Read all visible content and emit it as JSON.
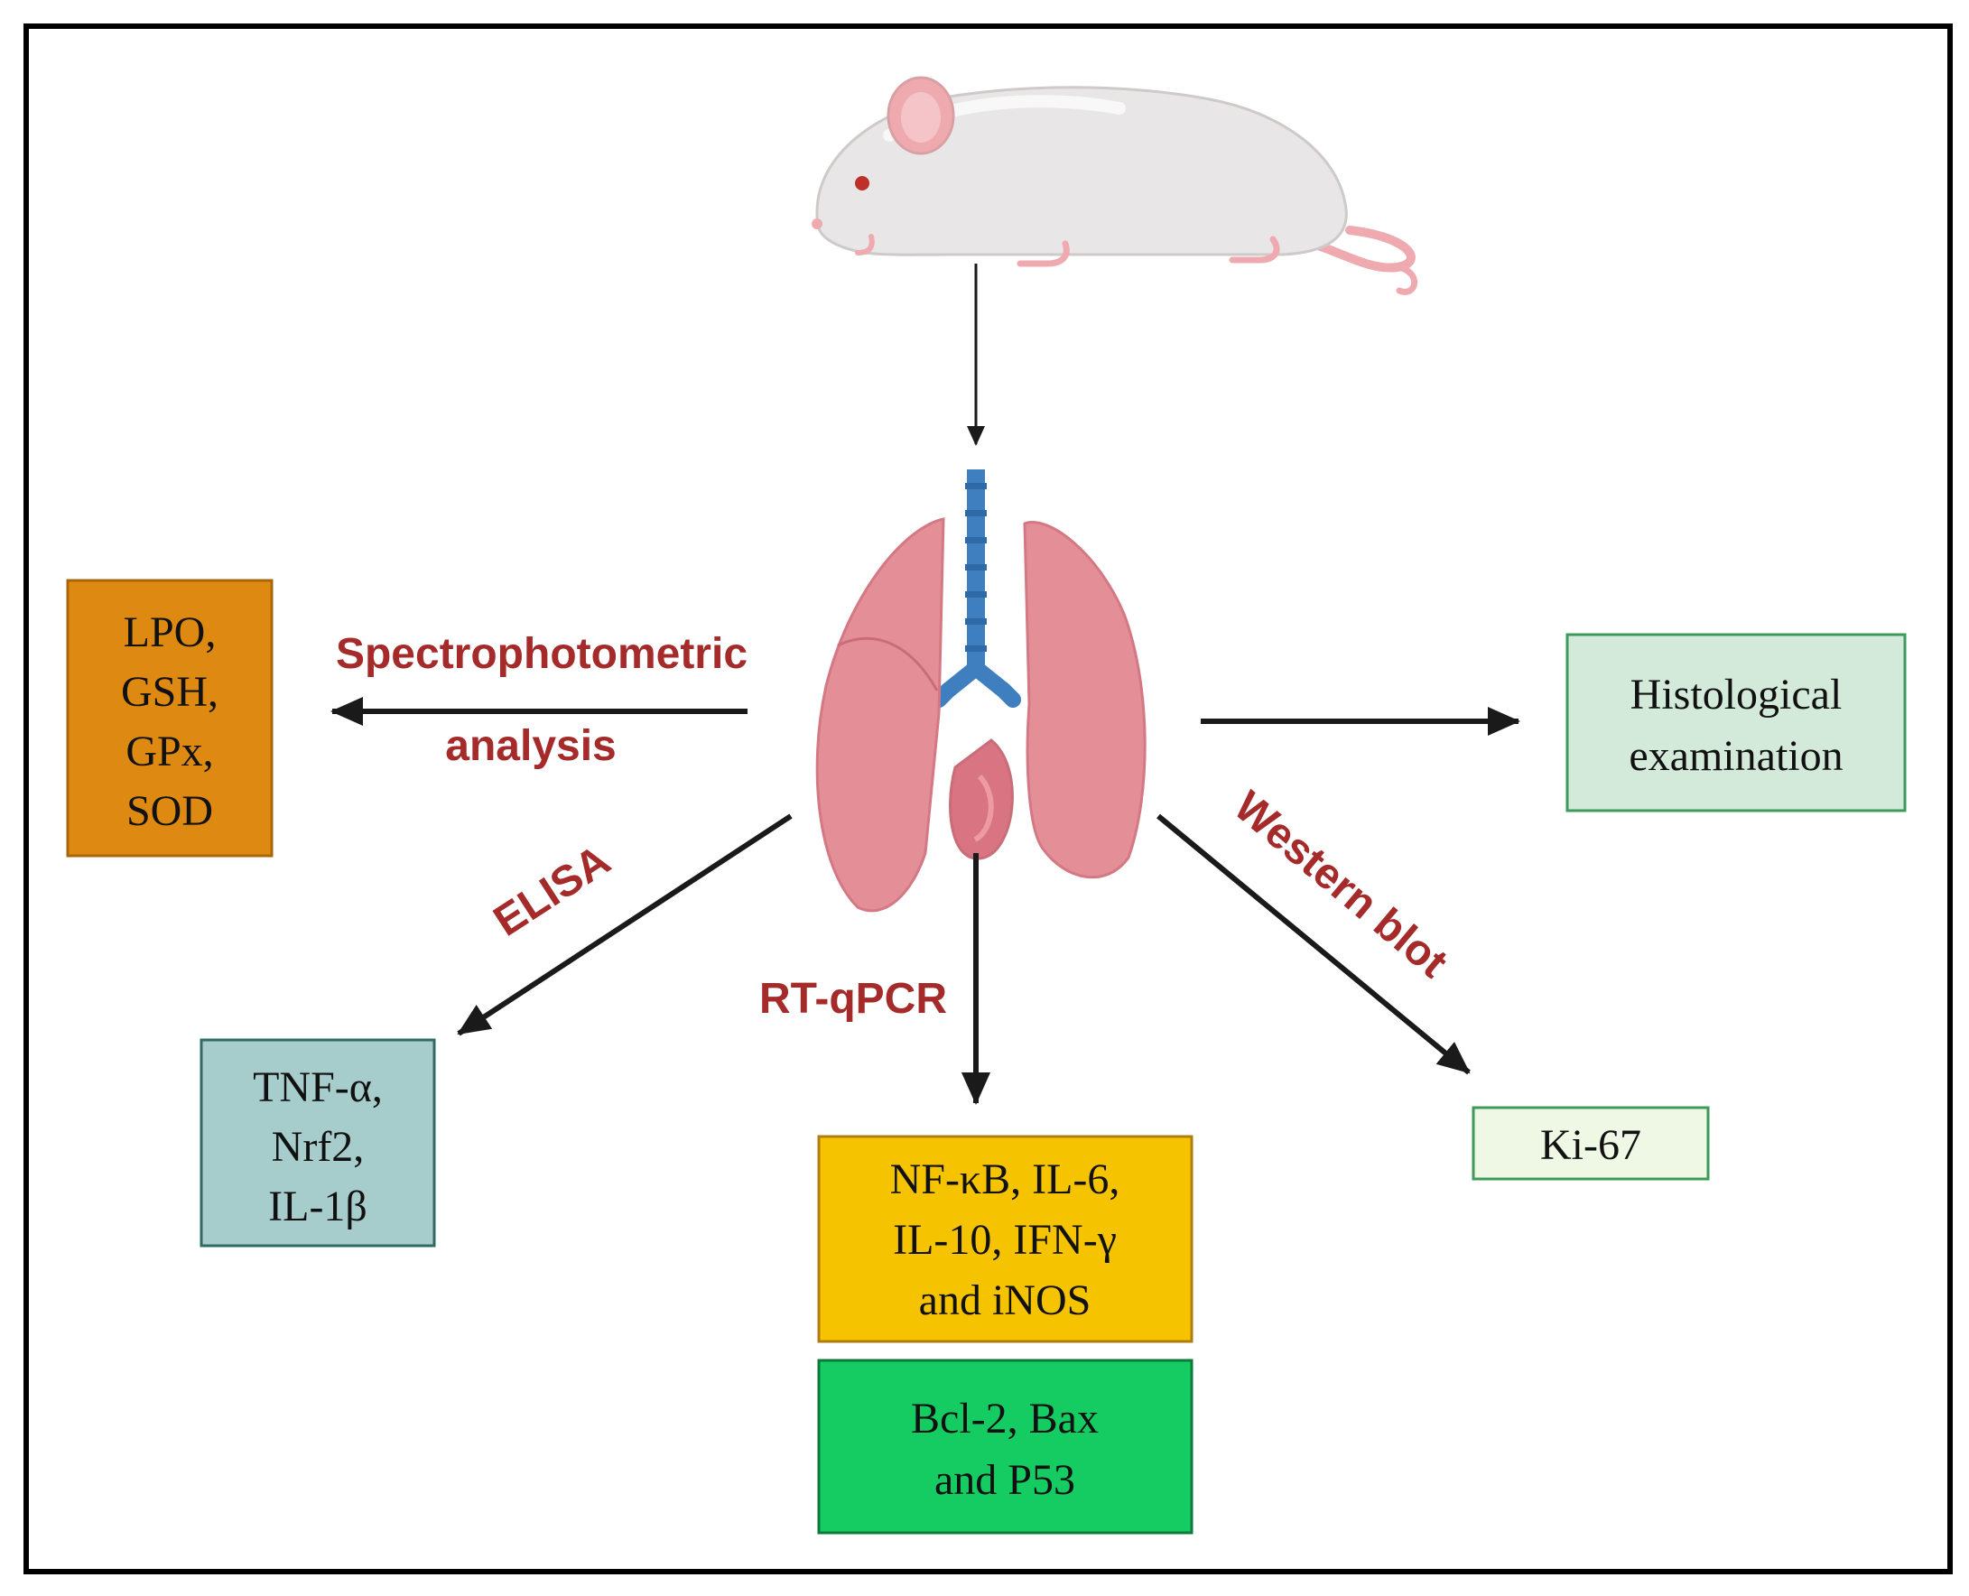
{
  "colors": {
    "border": "#000000",
    "arrow": "#1a1a1a",
    "method_text": "#a52a2a",
    "lung": "#e48f97",
    "lung_dark": "#c96d79",
    "trachea": "#3f7fbf",
    "rat_body": "#e8e6e6",
    "rat_pink": "#efaab0"
  },
  "nodes": {
    "oxidative": {
      "lines": [
        "LPO,",
        "GSH,",
        "GPx,",
        "SOD"
      ],
      "fill": "#de8a12",
      "stroke": "#a9650a"
    },
    "elisa_markers": {
      "lines": [
        "TNF-α,",
        "Nrf2,",
        "IL-1β"
      ],
      "fill": "#a7cccc",
      "stroke": "#2f6b63"
    },
    "inflammatory": {
      "lines": [
        "NF-κB, IL-6,",
        "IL-10, IFN-γ",
        "and iNOS"
      ],
      "fill": "#f5c300",
      "stroke": "#b07c10"
    },
    "apoptosis": {
      "lines": [
        "Bcl-2, Bax",
        "and P53"
      ],
      "fill": "#14cc62",
      "stroke": "#0b7a3a"
    },
    "histology": {
      "lines": [
        "Histological",
        "examination"
      ],
      "fill": "#d3eadb",
      "stroke": "#3d9a58"
    },
    "ki67": {
      "lines": [
        "Ki-67"
      ],
      "fill": "#eef8e4",
      "stroke": "#3d9a58"
    }
  },
  "methods": {
    "spectro": [
      "Spectrophotometric",
      "analysis"
    ],
    "elisa": "ELISA",
    "rtqpcr": "RT-qPCR",
    "western": "Western blot"
  },
  "icons": {
    "rat": "rat-icon",
    "lungs": "lungs-icon"
  }
}
